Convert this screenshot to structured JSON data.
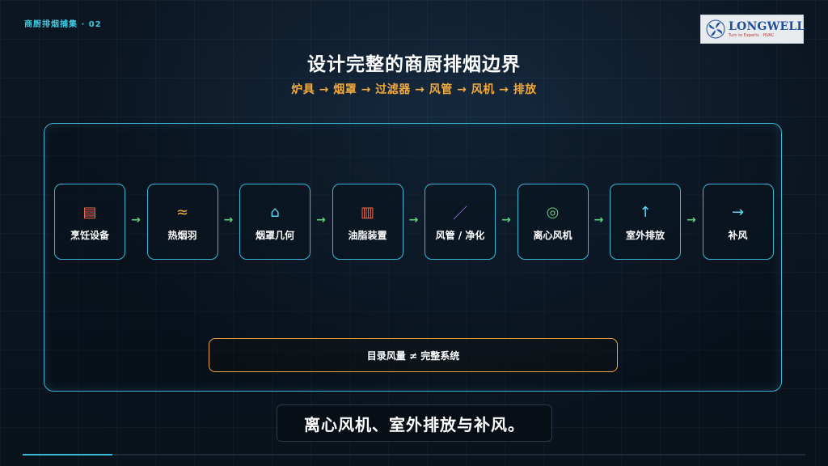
{
  "header": {
    "deck_label": "商厨排烟捕集 · 02",
    "logo": {
      "name": "LONGWELL",
      "tagline": "Turn to Experts · HVAC"
    }
  },
  "slide": {
    "title": "设计完整的商厨排烟边界",
    "subtitle": "炉具 → 烟罩 → 过滤器 → 风管 → 风机 → 排放"
  },
  "flow": {
    "steps": [
      {
        "label": "烹饪设备",
        "icon": "stove-grill-icon",
        "glyph": "▤",
        "color": "#ef6a4a"
      },
      {
        "label": "热烟羽",
        "icon": "heat-wave-icon",
        "glyph": "≈",
        "color": "#f0b23a"
      },
      {
        "label": "烟罩几何",
        "icon": "hood-house-icon",
        "glyph": "⌂",
        "color": "#5fd6f0"
      },
      {
        "label": "油脂装置",
        "icon": "grease-filter-icon",
        "glyph": "▥",
        "color": "#ef6a4a"
      },
      {
        "label": "风管 / 净化",
        "icon": "duct-slash-icon",
        "glyph": "／",
        "color": "#a07be8"
      },
      {
        "label": "离心风机",
        "icon": "fan-ring-icon",
        "glyph": "◎",
        "color": "#5fd07a"
      },
      {
        "label": "室外排放",
        "icon": "up-arrow-icon",
        "glyph": "↑",
        "color": "#5fd6f0"
      },
      {
        "label": "补风",
        "icon": "right-arrow-icon",
        "glyph": "→",
        "color": "#5fd6f0"
      }
    ],
    "connector": "→",
    "note": "目录风量 ≠ 完整系统"
  },
  "caption": "离心风机、室外排放与补风。",
  "progress": {
    "fraction": 0.115
  }
}
